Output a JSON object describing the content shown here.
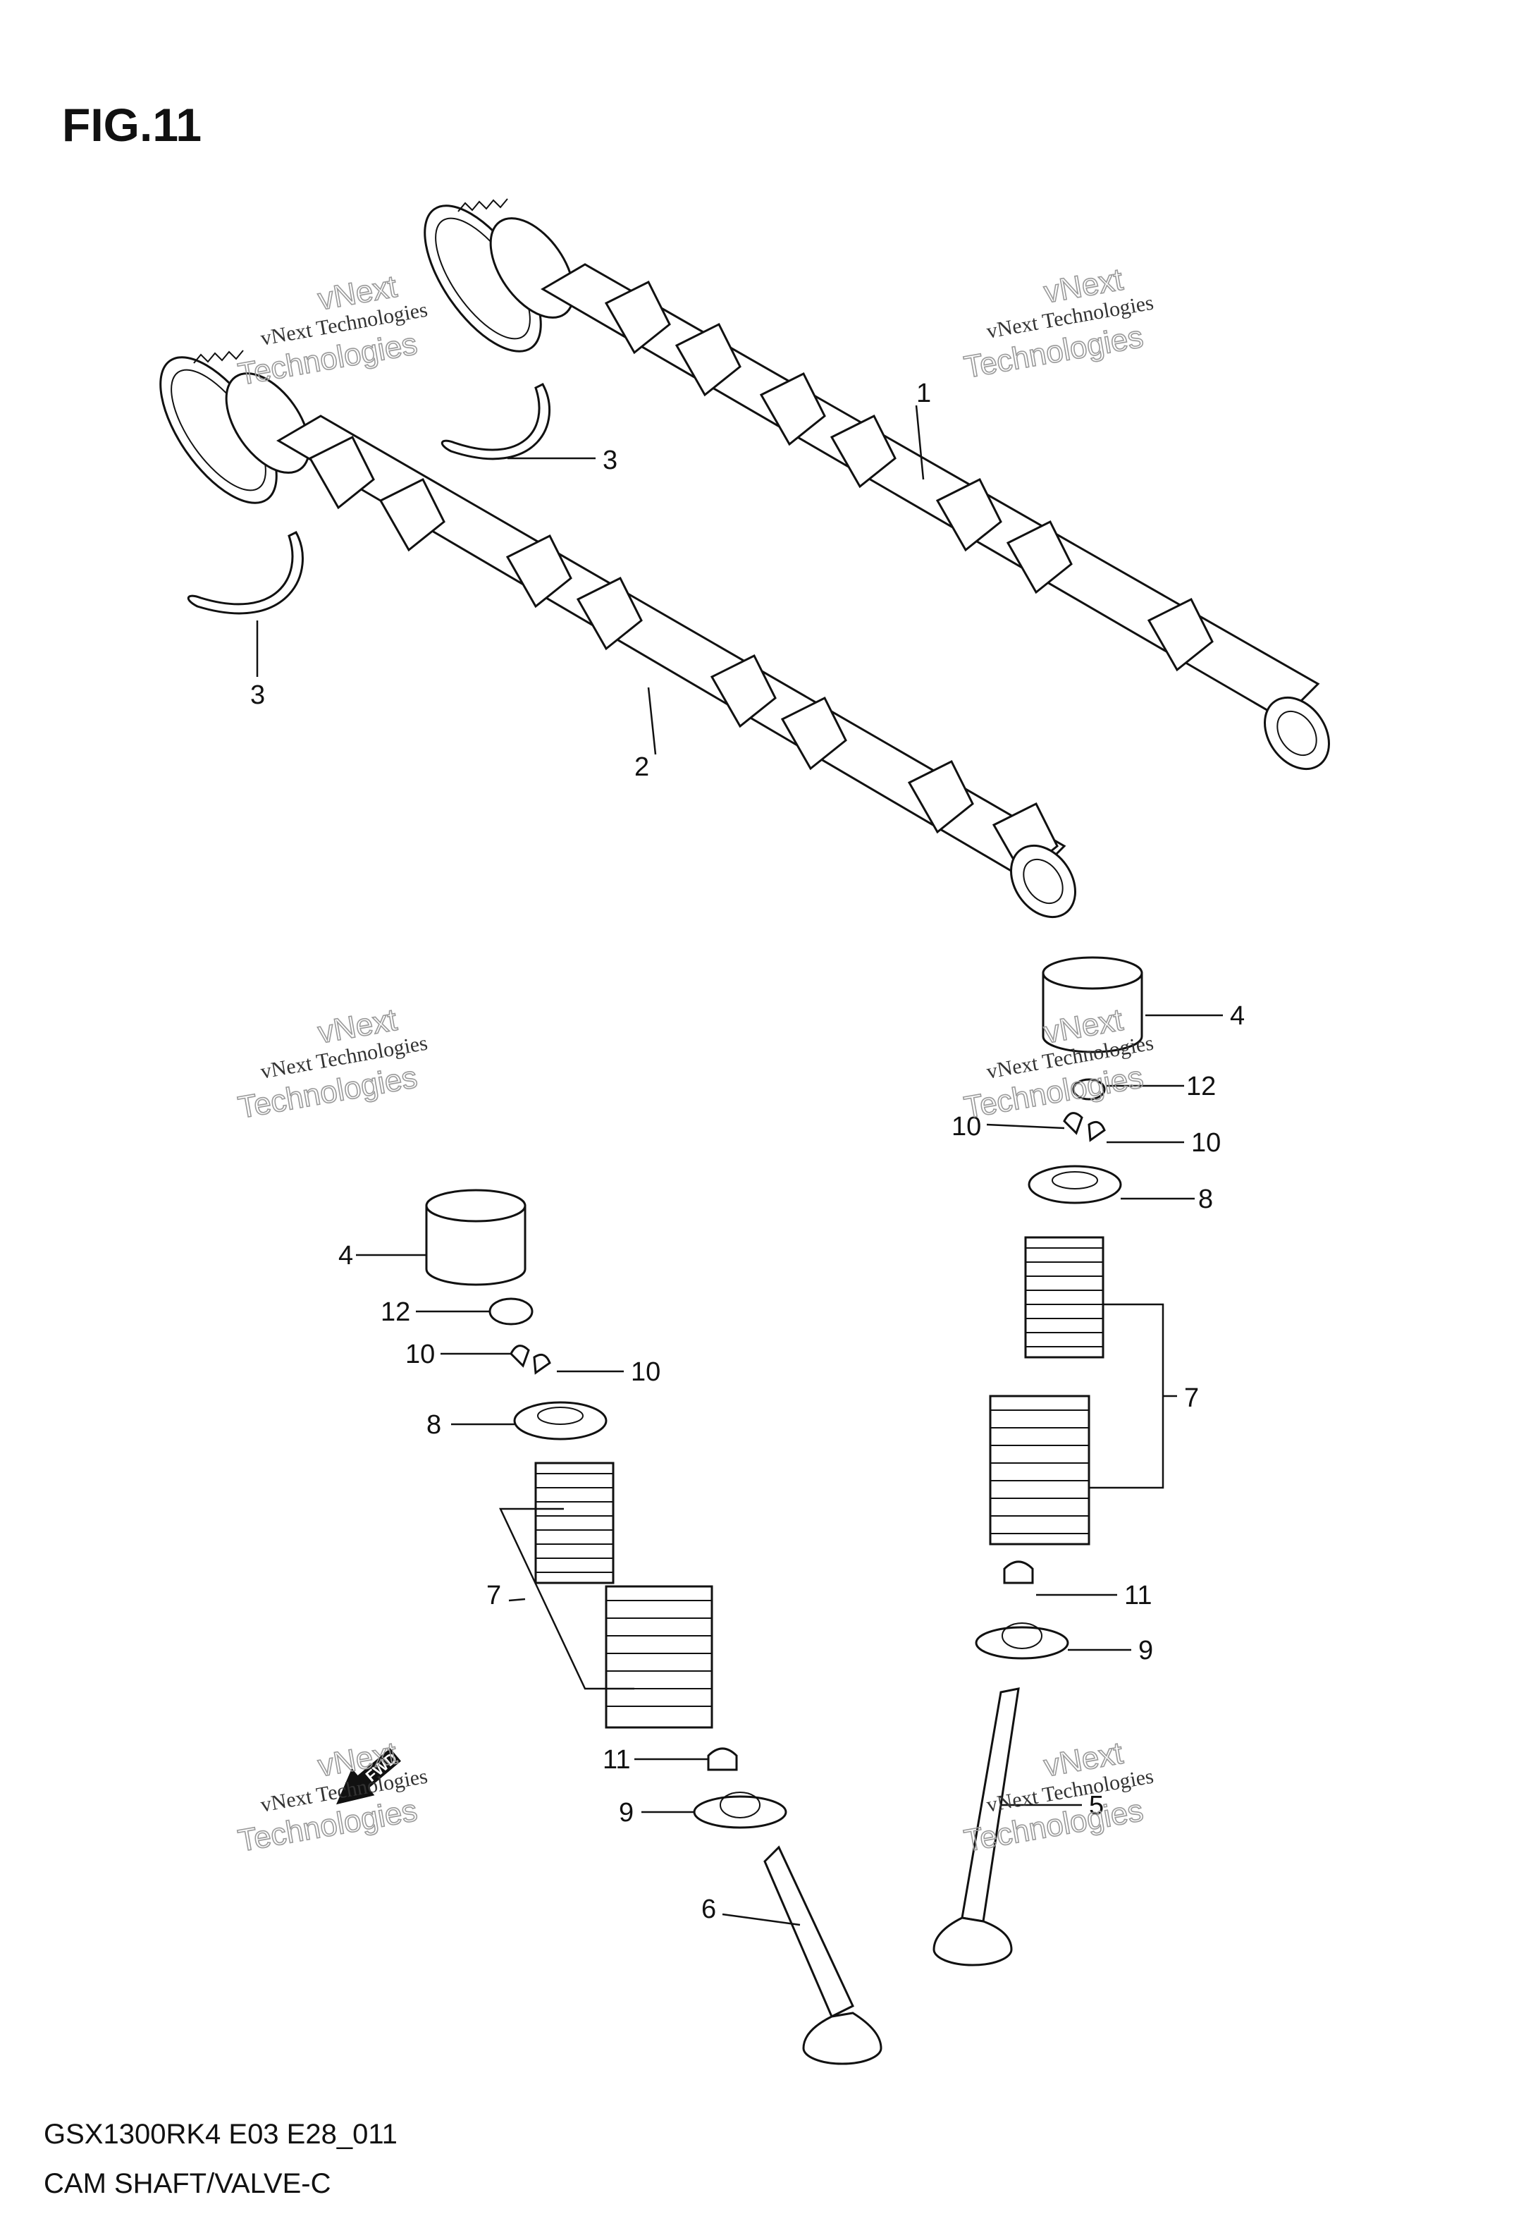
{
  "figure": {
    "title": "FIG.11",
    "model_code": "GSX1300RK4 E03 E28_011",
    "section_name": "CAM SHAFT/VALVE-C"
  },
  "callouts": {
    "c1": "1",
    "c2": "2",
    "c3a": "3",
    "c3b": "3",
    "c4r": "4",
    "c12r": "12",
    "c10ra": "10",
    "c10rb": "10",
    "c8r": "8",
    "c7r": "7",
    "c11r": "11",
    "c9r": "9",
    "c5": "5",
    "c4l": "4",
    "c12l": "12",
    "c10la": "10",
    "c10lb": "10",
    "c8l": "8",
    "c7l": "7",
    "c11l": "11",
    "c9l": "9",
    "c6": "6"
  },
  "watermark": {
    "line_top": "vNext",
    "line_mid": "vNext Technologies",
    "line_big": "Technologies"
  },
  "fwd_marker": {
    "label": "FWD"
  }
}
